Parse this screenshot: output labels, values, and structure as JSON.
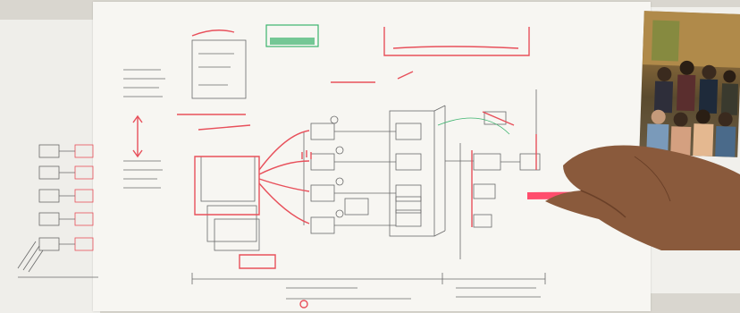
{
  "scene": {
    "description_visible_text": [],
    "colors": {
      "pencil": "#4a4a4a",
      "red_marker": "#e8505b",
      "green_marker": "#3cb46e",
      "paper": "#f7f6f2",
      "skin": "#8a5a3c",
      "pencil_body": "#ff4d6d"
    },
    "icons": [
      "whiteboard-sketch",
      "hand-with-pencil",
      "group-photo"
    ]
  }
}
